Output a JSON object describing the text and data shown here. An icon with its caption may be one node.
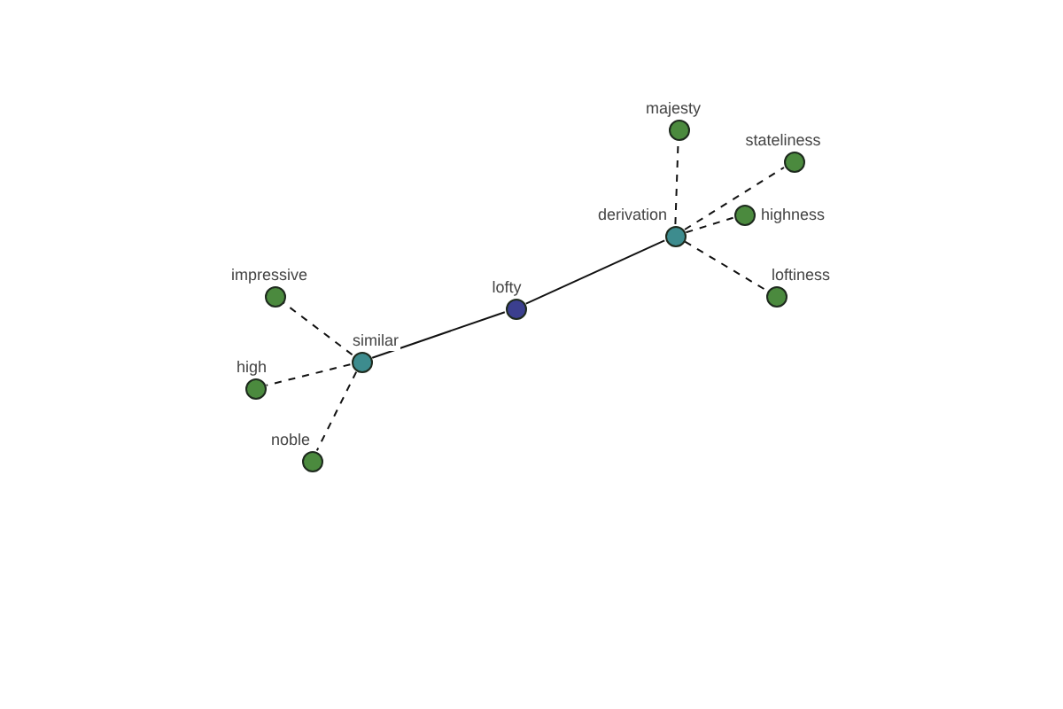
{
  "diagram": {
    "nodes": [
      {
        "text": [
          "lofty"
        ]
      },
      {
        "text": [
          "similar"
        ]
      },
      {
        "text": [
          "derivation"
        ]
      },
      {
        "text": [
          "impressive"
        ]
      },
      {
        "text": [
          "high"
        ]
      },
      {
        "text": [
          "noble"
        ]
      },
      {
        "text": [
          "majesty"
        ]
      },
      {
        "text": [
          "stateliness"
        ]
      },
      {
        "text": [
          "highness"
        ]
      },
      {
        "text": [
          "loftiness"
        ]
      }
    ],
    "edges": [
      {
        "from": 0,
        "to": 1,
        "arrow": "none"
      },
      {
        "from": 0,
        "to": 2,
        "arrow": "none"
      },
      {
        "from": 1,
        "to": 3,
        "arrow": "none",
        "style": "dashed"
      },
      {
        "from": 1,
        "to": 4,
        "arrow": "none",
        "style": "dashed"
      },
      {
        "from": 1,
        "to": 5,
        "arrow": "none",
        "style": "dashed"
      },
      {
        "from": 2,
        "to": 6,
        "arrow": "none",
        "style": "dashed"
      },
      {
        "from": 2,
        "to": 7,
        "arrow": "none",
        "style": "dashed"
      },
      {
        "from": 2,
        "to": 8,
        "arrow": "none",
        "style": "dashed"
      },
      {
        "from": 2,
        "to": 9,
        "arrow": "none",
        "style": "dashed"
      }
    ]
  }
}
